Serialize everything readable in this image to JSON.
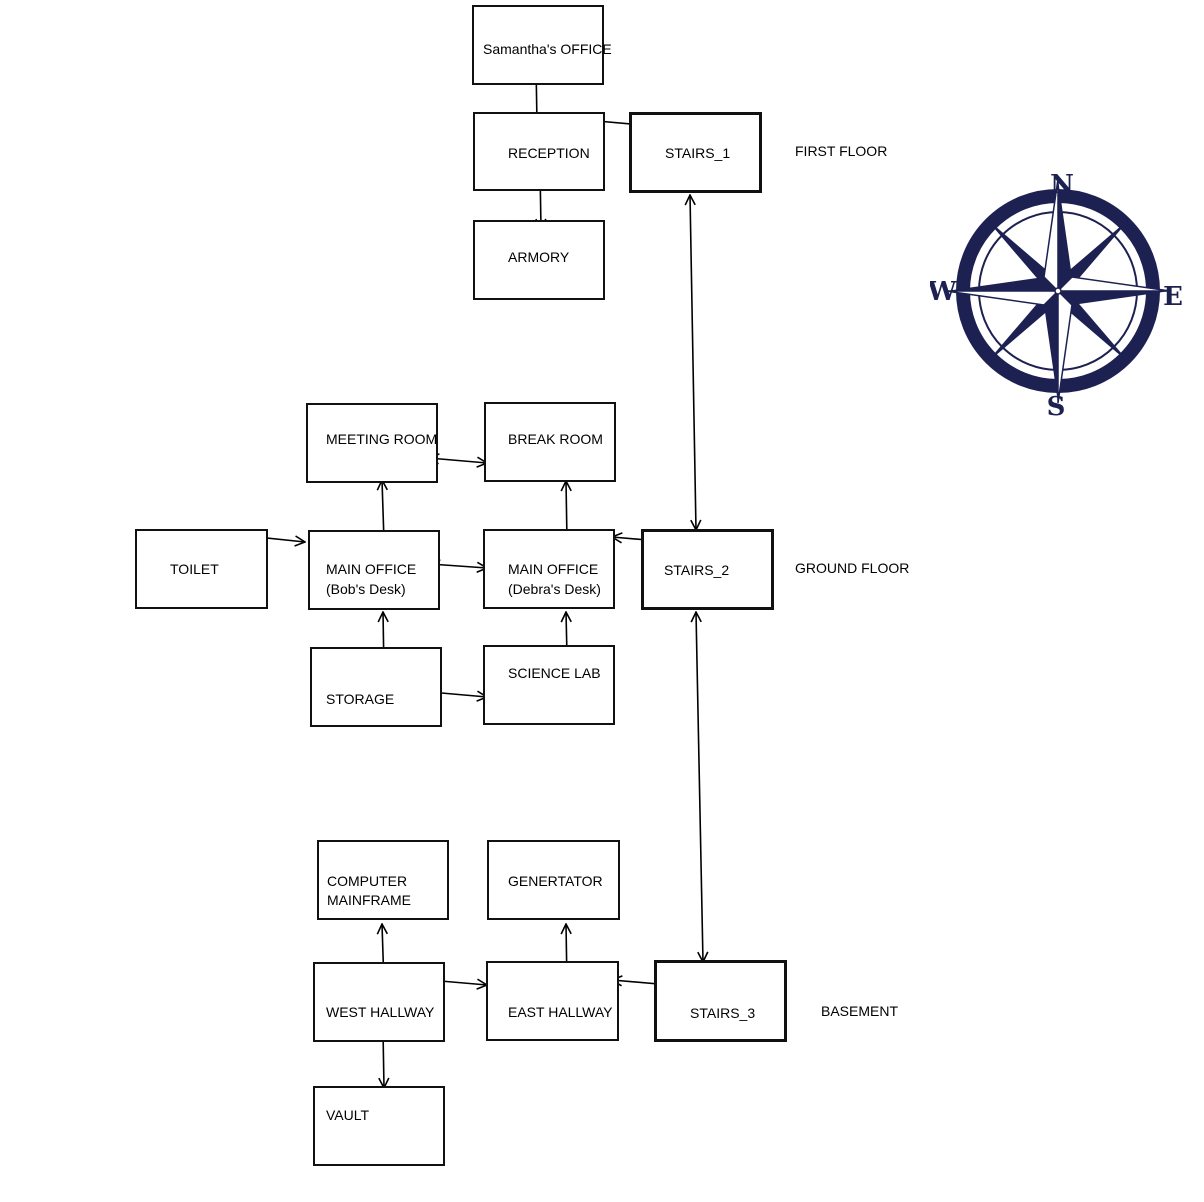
{
  "rooms": {
    "samanthas_office": {
      "label": "Samantha's OFFICE"
    },
    "reception": {
      "label": "RECEPTION"
    },
    "armory": {
      "label": "ARMORY"
    },
    "stairs_1": {
      "label": "STAIRS_1"
    },
    "meeting_room": {
      "label": "MEETING ROOM"
    },
    "break_room": {
      "label": "BREAK ROOM"
    },
    "toilet": {
      "label": "TOILET"
    },
    "main_office_bob": {
      "label": "MAIN OFFICE",
      "sublabel": "(Bob's Desk)"
    },
    "main_office_debra": {
      "label": "MAIN OFFICE",
      "sublabel": "(Debra's Desk)"
    },
    "stairs_2": {
      "label": "STAIRS_2"
    },
    "storage": {
      "label": "STORAGE"
    },
    "science_lab": {
      "label": "SCIENCE LAB"
    },
    "computer_mainframe": {
      "label": "COMPUTER",
      "sublabel": "MAINFRAME"
    },
    "generator": {
      "label": "GENERTATOR"
    },
    "west_hallway": {
      "label": "WEST HALLWAY"
    },
    "east_hallway": {
      "label": "EAST HALLWAY"
    },
    "stairs_3": {
      "label": "STAIRS_3"
    },
    "vault": {
      "label": "VAULT"
    }
  },
  "floors": {
    "first": "FIRST FLOOR",
    "ground": "GROUND FLOOR",
    "basement": "BASEMENT"
  },
  "connections": [
    [
      "samanthas_office",
      "reception"
    ],
    [
      "reception",
      "stairs_1"
    ],
    [
      "reception",
      "armory"
    ],
    [
      "stairs_1",
      "stairs_2"
    ],
    [
      "meeting_room",
      "break_room"
    ],
    [
      "meeting_room",
      "main_office_bob"
    ],
    [
      "break_room",
      "main_office_debra"
    ],
    [
      "toilet",
      "main_office_bob"
    ],
    [
      "main_office_bob",
      "main_office_debra"
    ],
    [
      "main_office_debra",
      "stairs_2"
    ],
    [
      "main_office_bob",
      "storage"
    ],
    [
      "main_office_debra",
      "science_lab"
    ],
    [
      "storage",
      "science_lab"
    ],
    [
      "stairs_2",
      "stairs_3"
    ],
    [
      "computer_mainframe",
      "west_hallway"
    ],
    [
      "generator",
      "east_hallway"
    ],
    [
      "west_hallway",
      "east_hallway"
    ],
    [
      "east_hallway",
      "stairs_3"
    ],
    [
      "west_hallway",
      "vault"
    ]
  ],
  "compass": {
    "north": "N",
    "south": "S",
    "east": "E",
    "west": "W",
    "color": "#1c2152"
  }
}
